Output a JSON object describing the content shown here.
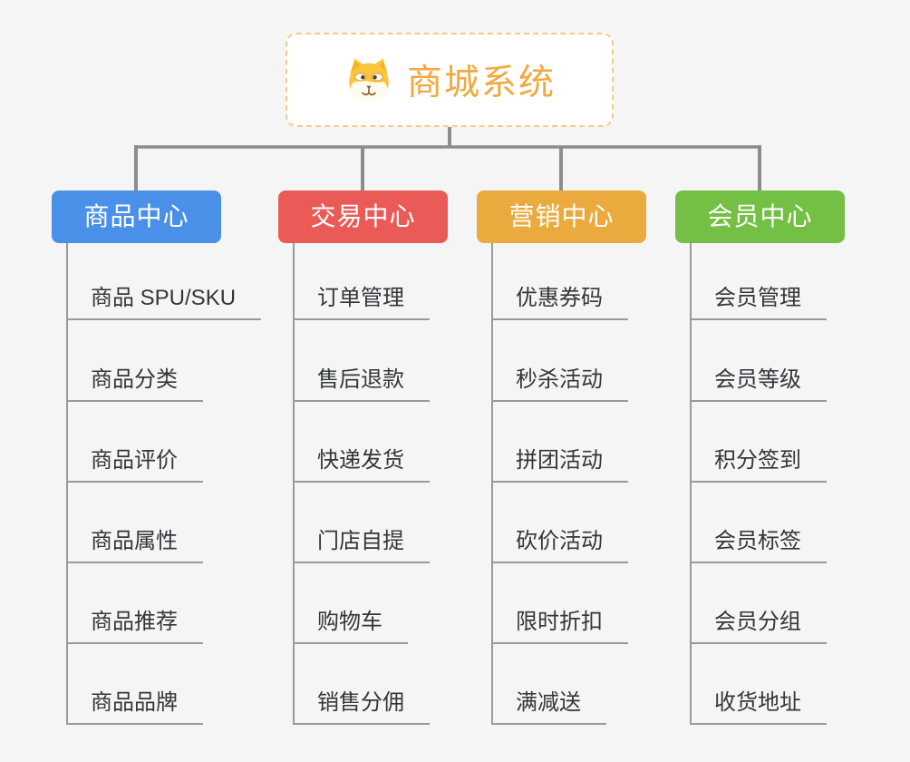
{
  "root": {
    "title": "商城系统",
    "icon": "dog-face-icon"
  },
  "branches": [
    {
      "id": "product-center",
      "label": "商品中心",
      "color": "#4A90E8",
      "items": [
        "商品 SPU/SKU",
        "商品分类",
        "商品评价",
        "商品属性",
        "商品推荐",
        "商品品牌"
      ]
    },
    {
      "id": "trade-center",
      "label": "交易中心",
      "color": "#EA5B58",
      "items": [
        "订单管理",
        "售后退款",
        "快递发货",
        "门店自提",
        "购物车",
        "销售分佣"
      ]
    },
    {
      "id": "marketing-center",
      "label": "营销中心",
      "color": "#EAAA3E",
      "items": [
        "优惠券码",
        "秒杀活动",
        "拼团活动",
        "砍价活动",
        "限时折扣",
        "满减送"
      ]
    },
    {
      "id": "member-center",
      "label": "会员中心",
      "color": "#74C044",
      "items": [
        "会员管理",
        "会员等级",
        "积分签到",
        "会员标签",
        "会员分组",
        "收货地址"
      ]
    }
  ],
  "colors": {
    "background": "#F5F5F6",
    "root_accent": "#F1A93F",
    "root_border": "#F6CB85",
    "connector": "#8C8C8C",
    "item_line": "#9A9A9A",
    "item_text": "#33363A"
  }
}
